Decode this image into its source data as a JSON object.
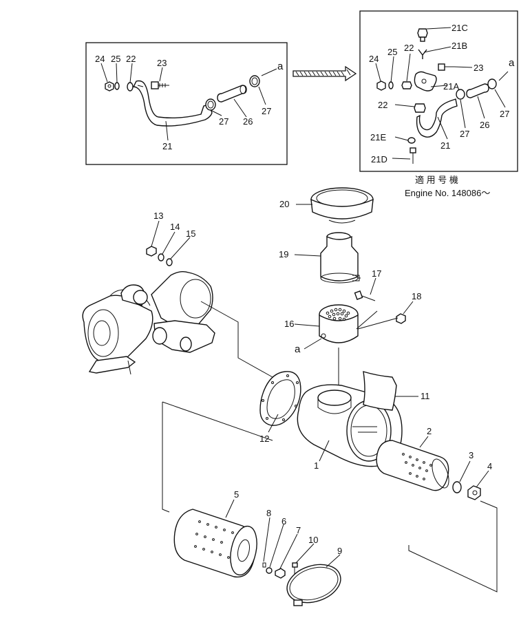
{
  "applicability_note": {
    "line1": "適 用 号 機",
    "line2": "Engine  No. 148086～"
  },
  "inset_left": {
    "labels": {
      "l24": "24",
      "l25": "25",
      "l22": "22",
      "l23": "23",
      "la": "a",
      "l27a": "27",
      "l26": "26",
      "l27b": "27",
      "l21": "21"
    }
  },
  "inset_right": {
    "labels": {
      "l21C": "21C",
      "l24": "24",
      "l25": "25",
      "l22a": "22",
      "l21B": "21B",
      "l23": "23",
      "la": "a",
      "l21A": "21A",
      "l22b": "22",
      "l26": "26",
      "l27a": "27",
      "l27b": "27",
      "l21E": "21E",
      "l21": "21",
      "l21D": "21D"
    }
  },
  "main": {
    "labels": {
      "l20": "20",
      "l19": "19",
      "l17": "17",
      "l18": "18",
      "l16": "16",
      "la": "a",
      "l13": "13",
      "l14": "14",
      "l15": "15",
      "l11": "11",
      "l12": "12",
      "l1": "1",
      "l2": "2",
      "l3": "3",
      "l4": "4",
      "l5": "5",
      "l8": "8",
      "l6": "6",
      "l7": "7",
      "l10": "10",
      "l9": "9"
    }
  }
}
